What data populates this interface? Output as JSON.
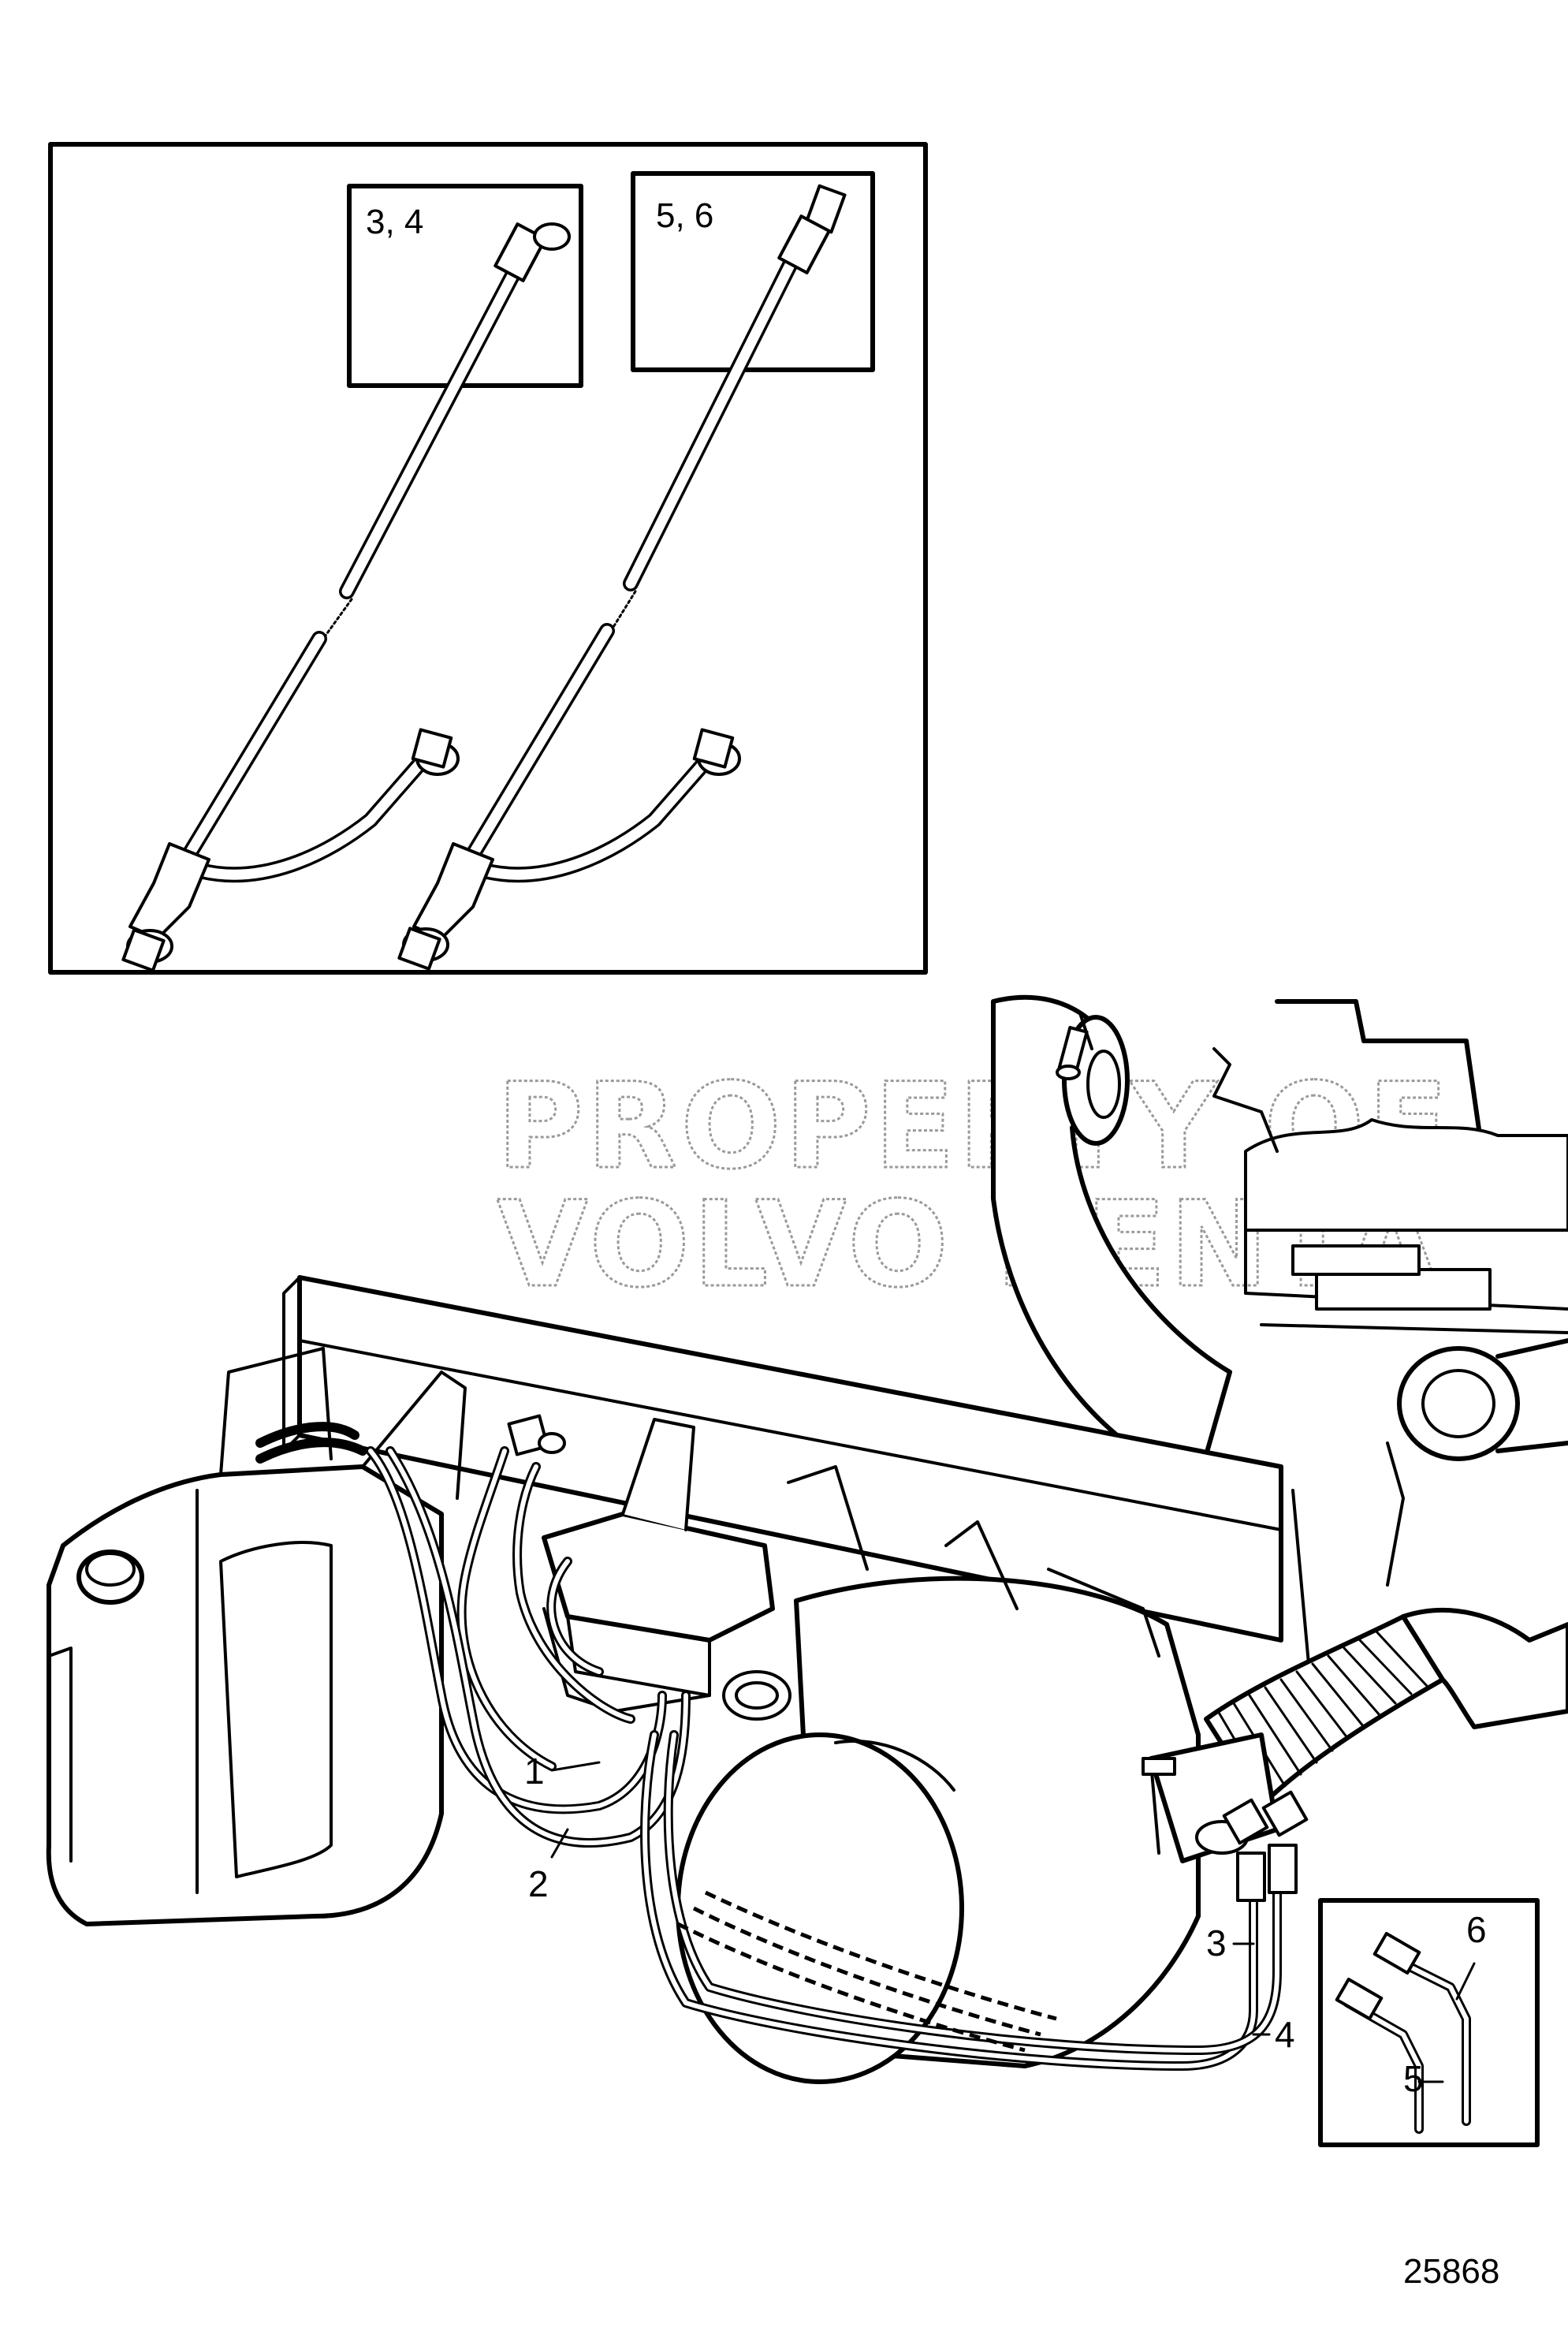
{
  "inset_top": {
    "box_a_label": "3, 4",
    "box_b_label": "5, 6"
  },
  "watermark": {
    "line1": "PROPERTY OF",
    "line2": "VOLVO PENTA"
  },
  "callouts": {
    "c1": "1",
    "c2": "2",
    "c3": "3",
    "c4": "4",
    "c5": "5",
    "c6": "6"
  },
  "figure_number": "25868"
}
